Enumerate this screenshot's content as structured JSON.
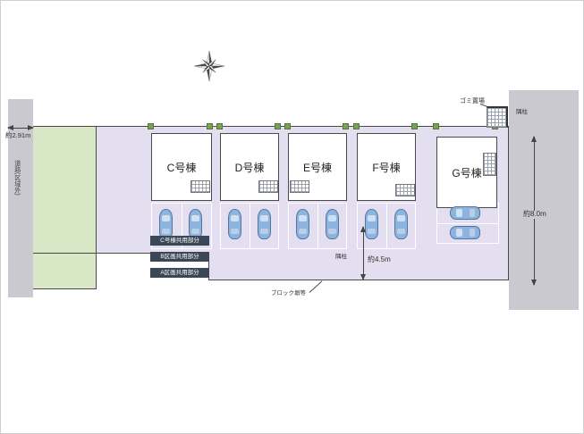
{
  "plan": {
    "left_road": {
      "label": "道路(区域外)",
      "dimension": "約2.91m"
    },
    "right_dimension": "約8.0m",
    "driveway_dimension": "約4.5m",
    "garbage": "ゴミ置場",
    "corner_posts": [
      "隅柱",
      "隅柱"
    ],
    "block_wall": "ブロック塀等",
    "houses": [
      {
        "label": "C号棟"
      },
      {
        "label": "D号棟"
      },
      {
        "label": "E号棟"
      },
      {
        "label": "F号棟"
      },
      {
        "label": "G号棟"
      }
    ],
    "badges": [
      {
        "label": "C号棟共用部分"
      },
      {
        "label": "B区画共用部分"
      },
      {
        "label": "A区画共用部分"
      }
    ],
    "colors": {
      "green_area": "#d8e7c6",
      "site_area": "#e3dff0",
      "road": "#c9c9cf",
      "car": "#8db4de",
      "badge": "#3b4656"
    }
  }
}
